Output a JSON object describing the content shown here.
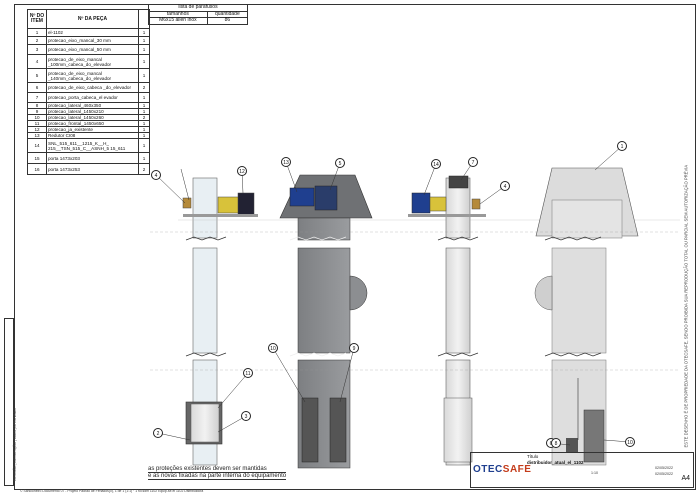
{
  "parts_table": {
    "header_item": "Nº DO ITEM",
    "header_part": "Nº DA PEÇA",
    "header_qty": "",
    "rows": [
      {
        "n": "1",
        "name": "el-1102",
        "q": "1"
      },
      {
        "n": "2",
        "name": "protecao_eixo_mancal_30 mm",
        "q": "1"
      },
      {
        "n": "3",
        "name": "protecao_eixo_mancal_50 mm",
        "q": "1"
      },
      {
        "n": "4",
        "name": "protecao_de_eixo_mancal _100mm_cabeca_do_elevador",
        "q": "1"
      },
      {
        "n": "5",
        "name": "protecao_de_eixo_mancal _140mm_cabeca_do_elevador",
        "q": "1"
      },
      {
        "n": "6",
        "name": "protecao_de_eixo_cabeca _do_elevador",
        "q": "2"
      },
      {
        "n": "7",
        "name": "protecao_porta_cabeca_el evador",
        "q": "1"
      },
      {
        "n": "8",
        "name": "protecao_lateral_460x350",
        "q": "1"
      },
      {
        "n": "9",
        "name": "protecao_lateral_1450x210",
        "q": "1"
      },
      {
        "n": "10",
        "name": "protecao_lateral_1450x260",
        "q": "2"
      },
      {
        "n": "11",
        "name": "protecao_frontal_1450x650",
        "q": "1"
      },
      {
        "n": "12",
        "name": "protecao_ja_existente",
        "q": "1"
      },
      {
        "n": "13",
        "name": "Redutor CI08",
        "q": "1"
      },
      {
        "n": "14",
        "name": "SNL_515_611__1215_K__H_ 215__TSN_515_C__ASNH_5 15_611",
        "q": "1"
      },
      {
        "n": "15",
        "name": "porta 1473x203",
        "q": "1"
      },
      {
        "n": "16",
        "name": "porta 1473x253",
        "q": "2"
      }
    ]
  },
  "screws_table": {
    "title": "lista de parafusos",
    "col1": "tamanhos",
    "col2": "quantidade",
    "rows": [
      {
        "size": "M6x15 allen inox",
        "qty": "86"
      }
    ]
  },
  "callouts": [
    "1",
    "2",
    "3",
    "4",
    "5",
    "6",
    "7",
    "8",
    "9",
    "10",
    "11",
    "12",
    "13",
    "14"
  ],
  "notes": [
    "as proteções existentes devem ser mantidas",
    "e as novas fixadas na parte interna do equipamento"
  ],
  "title_block": {
    "title": "Título",
    "file": "distribuidor_atual_el_1102",
    "logo_part1": "OTEC",
    "logo_part2": "SAFE",
    "size": "A4",
    "date1": "02/05/2022",
    "date2": "02/05/2022",
    "scale": "1:10"
  },
  "left_strip_text": "REVISÃO | DESCRIÇÃO | DATA | APROVADO",
  "right_strip_text": "ESTE DESENHO É DE PROPRIEDADE DA OTECSAFE, SENDO PROIBIDA SUA REPRODUÇÃO TOTAL OU PARCIAL SEM AUTORIZAÇÃO PRÉVIA",
  "footer_text": "© Sancioneiro Documento 07 - Projeto Padrão de Feriados(0), 1 de 1 (1:1) · 1 fol.sdm 1102 Equip-se.el 1102 Distribuidora"
}
